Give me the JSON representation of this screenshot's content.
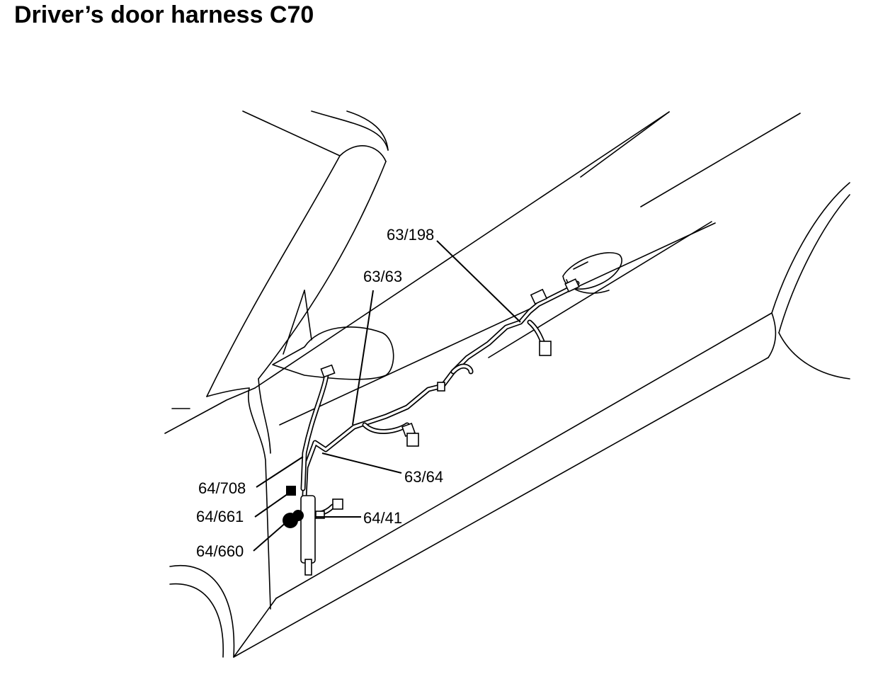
{
  "title": "Driver’s door harness C70",
  "callouts": {
    "c63_198": "63/198",
    "c63_63": "63/63",
    "c63_64": "63/64",
    "c64_708": "64/708",
    "c64_661": "64/661",
    "c64_41": "64/41",
    "c64_660": "64/660"
  }
}
